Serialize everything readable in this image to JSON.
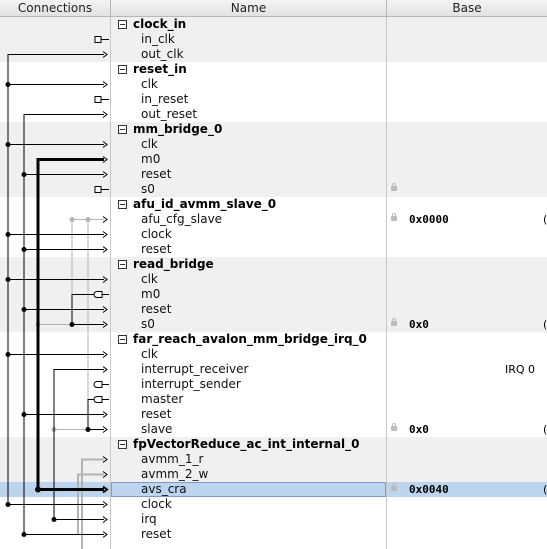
{
  "columns": {
    "connections": "Connections",
    "name": "Name",
    "base": "Base"
  },
  "rows": [
    {
      "type": "group",
      "name": "clock_in",
      "bg": "#f0f0f0"
    },
    {
      "type": "iface",
      "name": "in_clk",
      "bg": "#f0f0f0"
    },
    {
      "type": "iface",
      "name": "out_clk",
      "bg": "#f0f0f0"
    },
    {
      "type": "group",
      "name": "reset_in",
      "bg": "#ffffff"
    },
    {
      "type": "iface",
      "name": "clk",
      "bg": "#ffffff"
    },
    {
      "type": "iface",
      "name": "in_reset",
      "bg": "#ffffff"
    },
    {
      "type": "iface",
      "name": "out_reset",
      "bg": "#ffffff"
    },
    {
      "type": "group",
      "name": "mm_bridge_0",
      "bg": "#f0f0f0"
    },
    {
      "type": "iface",
      "name": "clk",
      "bg": "#f0f0f0"
    },
    {
      "type": "iface",
      "name": "m0",
      "bg": "#f0f0f0"
    },
    {
      "type": "iface",
      "name": "reset",
      "bg": "#f0f0f0"
    },
    {
      "type": "iface",
      "name": "s0",
      "bg": "#f0f0f0",
      "lock": true
    },
    {
      "type": "group",
      "name": "afu_id_avmm_slave_0",
      "bg": "#ffffff"
    },
    {
      "type": "iface",
      "name": "afu_cfg_slave",
      "bg": "#ffffff",
      "lock": true,
      "base": "0x0000",
      "edge": "("
    },
    {
      "type": "iface",
      "name": "clock",
      "bg": "#ffffff"
    },
    {
      "type": "iface",
      "name": "reset",
      "bg": "#ffffff"
    },
    {
      "type": "group",
      "name": "read_bridge",
      "bg": "#f0f0f0"
    },
    {
      "type": "iface",
      "name": "clk",
      "bg": "#f0f0f0"
    },
    {
      "type": "iface",
      "name": "m0",
      "bg": "#f0f0f0"
    },
    {
      "type": "iface",
      "name": "reset",
      "bg": "#f0f0f0"
    },
    {
      "type": "iface",
      "name": "s0",
      "bg": "#f0f0f0",
      "lock": true,
      "base": "0x0",
      "edge": "("
    },
    {
      "type": "group",
      "name": "far_reach_avalon_mm_bridge_irq_0",
      "bg": "#ffffff"
    },
    {
      "type": "iface",
      "name": "clk",
      "bg": "#ffffff"
    },
    {
      "type": "iface",
      "name": "interrupt_receiver",
      "bg": "#ffffff",
      "irq": "IRQ 0"
    },
    {
      "type": "iface",
      "name": "interrupt_sender",
      "bg": "#ffffff"
    },
    {
      "type": "iface",
      "name": "master",
      "bg": "#ffffff"
    },
    {
      "type": "iface",
      "name": "reset",
      "bg": "#ffffff"
    },
    {
      "type": "iface",
      "name": "slave",
      "bg": "#ffffff",
      "lock": true,
      "base": "0x0",
      "edge": "("
    },
    {
      "type": "group",
      "name": "fpVectorReduce_ac_int_internal_0",
      "bg": "#f0f0f0"
    },
    {
      "type": "iface",
      "name": "avmm_1_r",
      "bg": "#f0f0f0"
    },
    {
      "type": "iface",
      "name": "avmm_2_w",
      "bg": "#f0f0f0"
    },
    {
      "type": "iface",
      "name": "avs_cra",
      "bg": "#bdd4ee",
      "selected": true,
      "lock": true,
      "base": "0x0040",
      "edge": "("
    },
    {
      "type": "iface",
      "name": "clock",
      "bg": "#ffffff"
    },
    {
      "type": "iface",
      "name": "irq",
      "bg": "#ffffff"
    },
    {
      "type": "iface",
      "name": "reset",
      "bg": "#ffffff"
    }
  ],
  "colors": {
    "wire": "#000000",
    "wire_light": "#b4b4b4",
    "grid": "#c8c8c8",
    "selection": "#bdd4ee"
  }
}
